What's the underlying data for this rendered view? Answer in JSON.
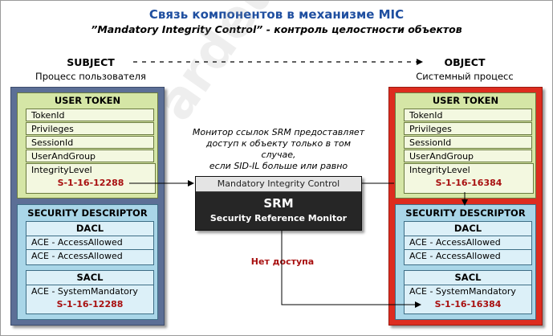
{
  "title": "Связь компонентов в механизме MIC",
  "subtitle": "”Mandatory Integrity Control” - контроль целостности объектов",
  "subject": {
    "label": "SUBJECT",
    "description": "Процесс пользователя",
    "token_title": "USER TOKEN",
    "token_fields": [
      "TokenId",
      "Privileges",
      "SessionId",
      "UserAndGroup",
      "IntegrityLevel"
    ],
    "integrity_sid": "S-1-16-12288",
    "sd_title": "SECURITY DESCRIPTOR",
    "dacl_title": "DACL",
    "dacl_aces": [
      "ACE - AccessAllowed",
      "ACE - AccessAllowed"
    ],
    "sacl_title": "SACL",
    "sacl_ace": "ACE - SystemMandatory",
    "sacl_sid": "S-1-16-12288"
  },
  "object": {
    "label": "OBJECT",
    "description": "Системный процесс",
    "token_title": "USER TOKEN",
    "token_fields": [
      "TokenId",
      "Privileges",
      "SessionId",
      "UserAndGroup",
      "IntegrityLevel"
    ],
    "integrity_sid": "S-1-16-16384",
    "sd_title": "SECURITY DESCRIPTOR",
    "dacl_title": "DACL",
    "dacl_aces": [
      "ACE - AccessAllowed",
      "ACE - AccessAllowed"
    ],
    "sacl_title": "SACL",
    "sacl_ace": "ACE - SystemMandatory",
    "sacl_sid": "S-1-16-16384"
  },
  "srm": {
    "header": "Mandatory Integrity Control",
    "title": "SRM",
    "subtitle": "Security Reference Monitor"
  },
  "note": {
    "line1": "Монитор ссылок SRM предоставляет",
    "line2": "доступ к объекту только в том случае,",
    "line3": "если SID-IL больше или равно"
  },
  "deny_label": "Нет доступа",
  "watermark": "ardeus.net",
  "colors": {
    "title": "#1f4fa0",
    "subject_frame": "#5c6f96",
    "object_frame": "#dd2c1f",
    "token_fill": "#d5e6a6",
    "descriptor_fill": "#a9d6e8",
    "sid_text": "#a81010",
    "srm_fill": "#262626"
  }
}
